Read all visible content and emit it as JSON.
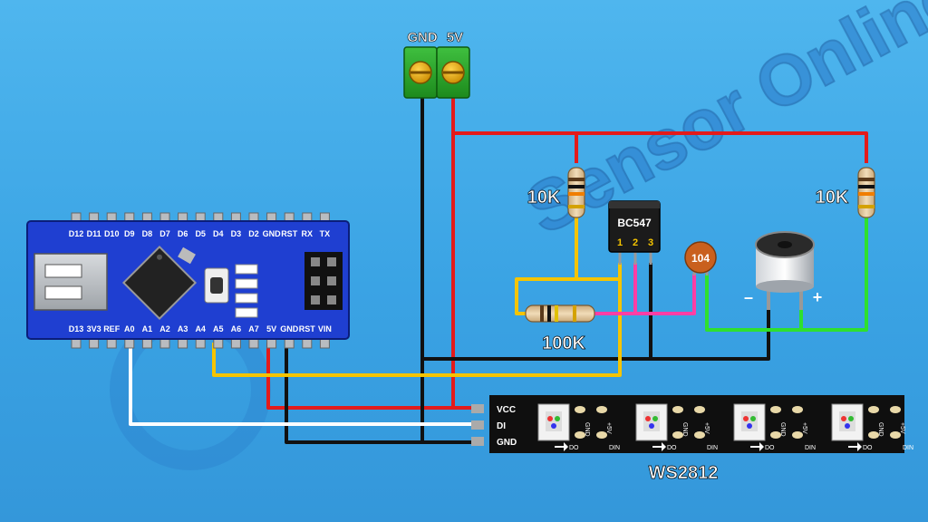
{
  "watermark": {
    "line1": "Sensor Online",
    "line2": ""
  },
  "power_terminal": {
    "gnd_label": "GND",
    "v5_label": "5V"
  },
  "resistors": {
    "r1_label": "10K",
    "r2_label": "10K",
    "r3_label": "100K"
  },
  "transistor": {
    "name": "BC547",
    "pins": [
      "1",
      "2",
      "3"
    ]
  },
  "capacitor": {
    "label": "104"
  },
  "microphone": {
    "minus": "–",
    "plus": "+"
  },
  "arduino": {
    "top_pins": [
      "D12",
      "D11",
      "D10",
      "D9",
      "D8",
      "D7",
      "D6",
      "D5",
      "D4",
      "D3",
      "D2",
      "GND",
      "RST",
      "RX",
      "TX"
    ],
    "bottom_pins": [
      "D13",
      "3V3",
      "REF",
      "A0",
      "A1",
      "A2",
      "A3",
      "A4",
      "A5",
      "A6",
      "A7",
      "5V",
      "GND",
      "RST",
      "VIN"
    ]
  },
  "led_strip": {
    "name": "WS2812",
    "pins": [
      "VCC",
      "DI",
      "GND"
    ],
    "pad_labels": {
      "gnd": "GND",
      "plus5v": "+5V",
      "do": "DO",
      "din": "DIN"
    }
  },
  "colors": {
    "background": "#3aa3e4",
    "arduino_board": "#1f3fd1",
    "wire_5v": "#e31b1b",
    "wire_gnd": "#111111",
    "wire_signal": "#f5c400",
    "wire_mic": "#ff3ea5",
    "wire_buzzer": "#2ee02e",
    "wire_data": "#ffffff"
  }
}
